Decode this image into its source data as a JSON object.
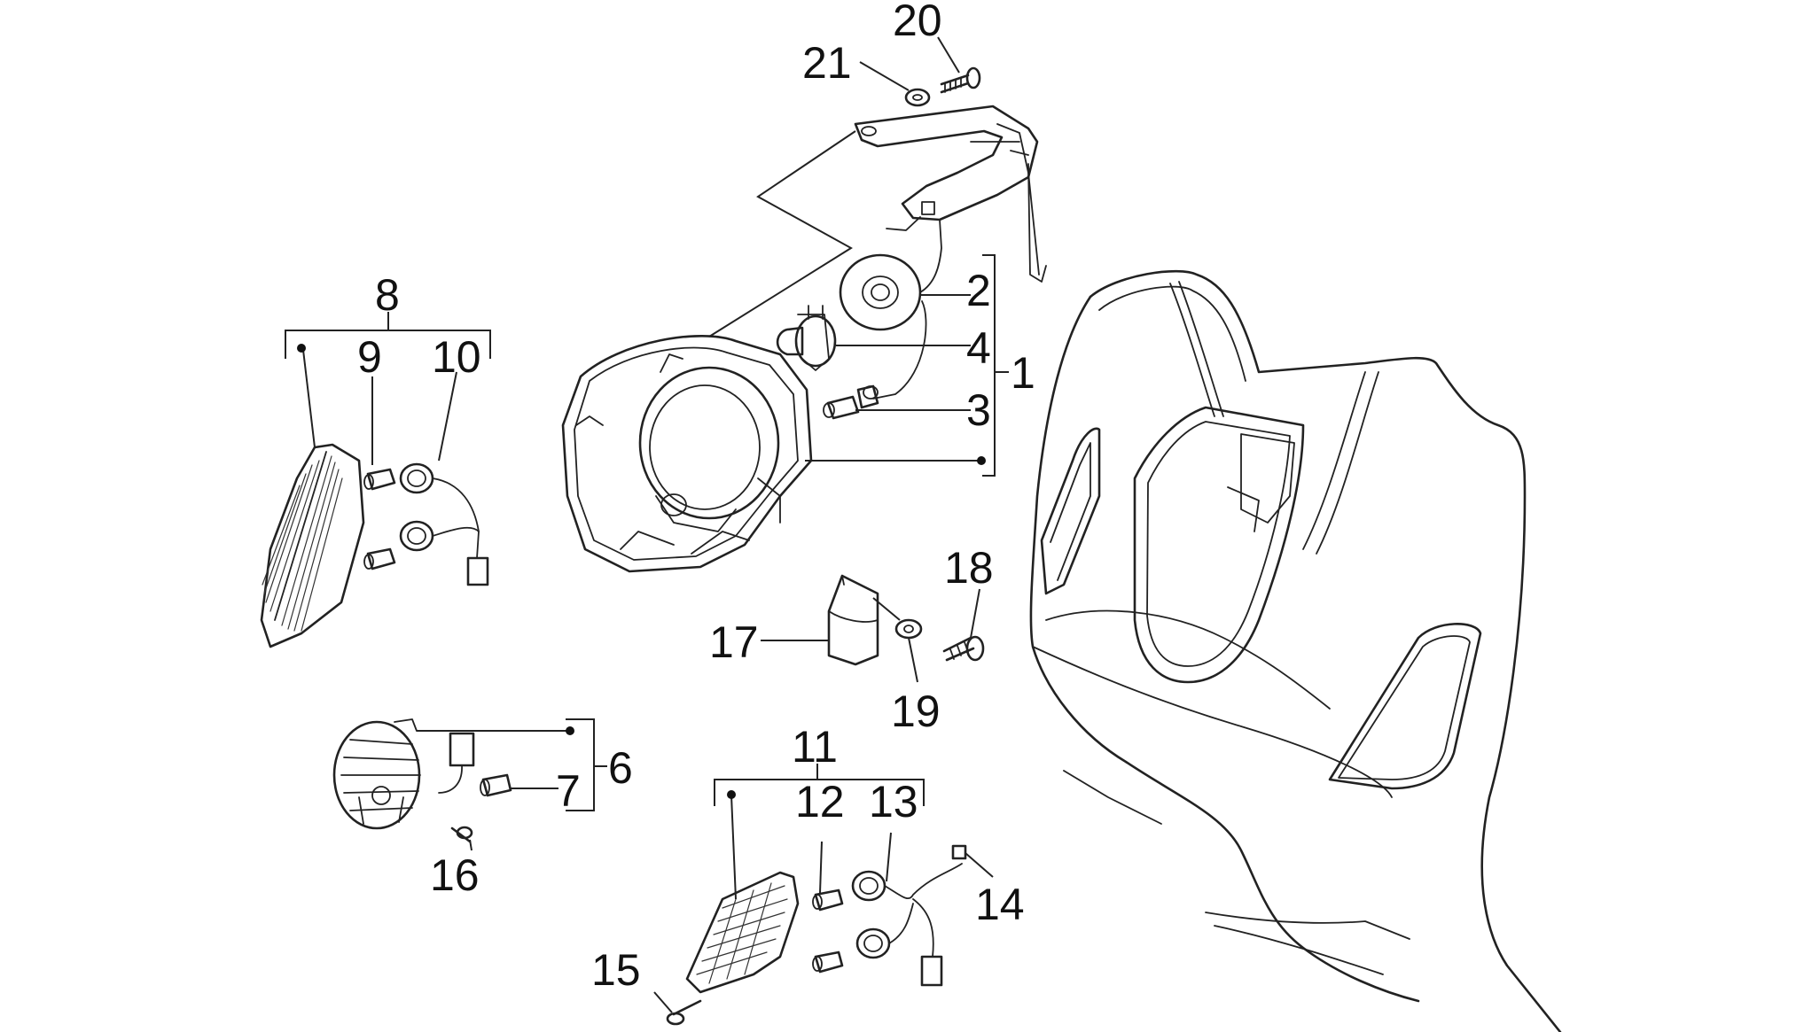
{
  "diagram": {
    "callouts": [
      {
        "id": "1",
        "label": "1"
      },
      {
        "id": "2",
        "label": "2"
      },
      {
        "id": "3",
        "label": "3"
      },
      {
        "id": "4",
        "label": "4"
      },
      {
        "id": "6",
        "label": "6"
      },
      {
        "id": "7",
        "label": "7"
      },
      {
        "id": "8",
        "label": "8"
      },
      {
        "id": "9",
        "label": "9"
      },
      {
        "id": "10",
        "label": "10"
      },
      {
        "id": "11",
        "label": "11"
      },
      {
        "id": "12",
        "label": "12"
      },
      {
        "id": "13",
        "label": "13"
      },
      {
        "id": "14",
        "label": "14"
      },
      {
        "id": "15",
        "label": "15"
      },
      {
        "id": "16",
        "label": "16"
      },
      {
        "id": "17",
        "label": "17"
      },
      {
        "id": "18",
        "label": "18"
      },
      {
        "id": "19",
        "label": "19"
      },
      {
        "id": "20",
        "label": "20"
      },
      {
        "id": "21",
        "label": "21"
      }
    ]
  },
  "colors": {
    "line": "#222222",
    "background": "#ffffff"
  }
}
